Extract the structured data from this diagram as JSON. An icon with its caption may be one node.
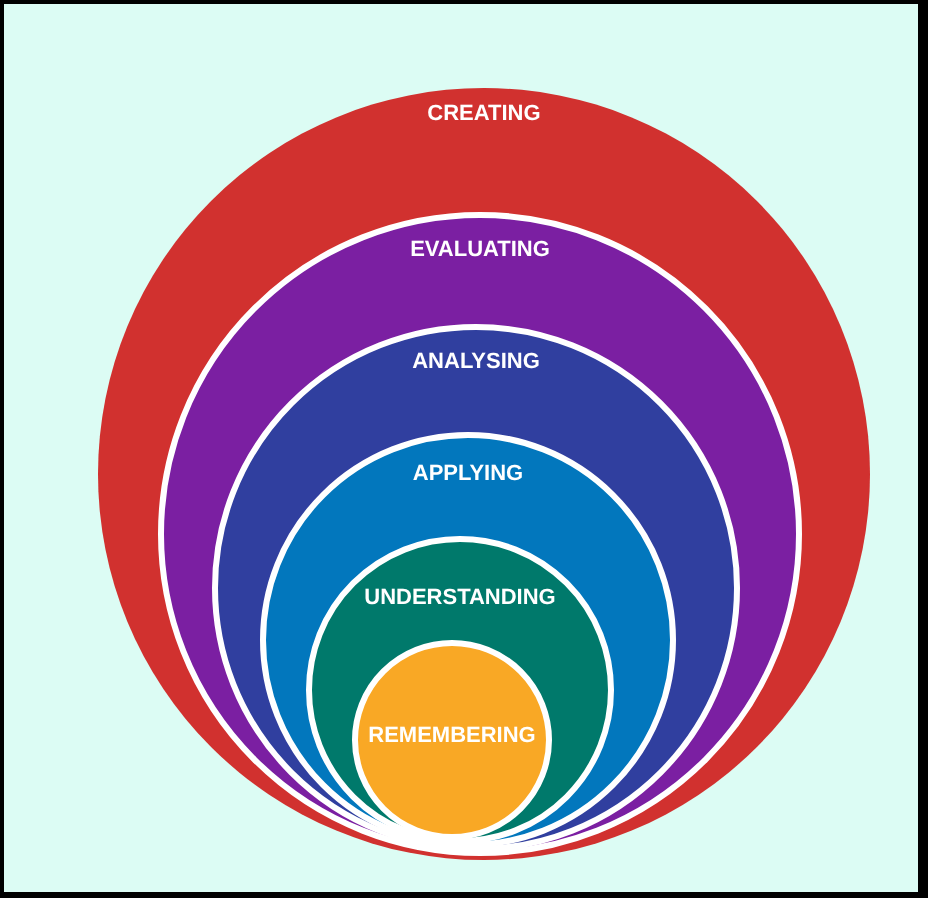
{
  "diagram": {
    "nodes": [
      {
        "text": [
          "CREATING"
        ]
      },
      {
        "text": [
          "EVALUATING"
        ],
        "in": 0
      },
      {
        "text": [
          "ANALYSING"
        ],
        "in": 1
      },
      {
        "text": [
          "APPLYING"
        ],
        "in": 2
      },
      {
        "text": [
          "UNDERSTANDING"
        ],
        "in": 3
      },
      {
        "text": [
          "REMEMBERING"
        ],
        "in": 4
      }
    ]
  }
}
